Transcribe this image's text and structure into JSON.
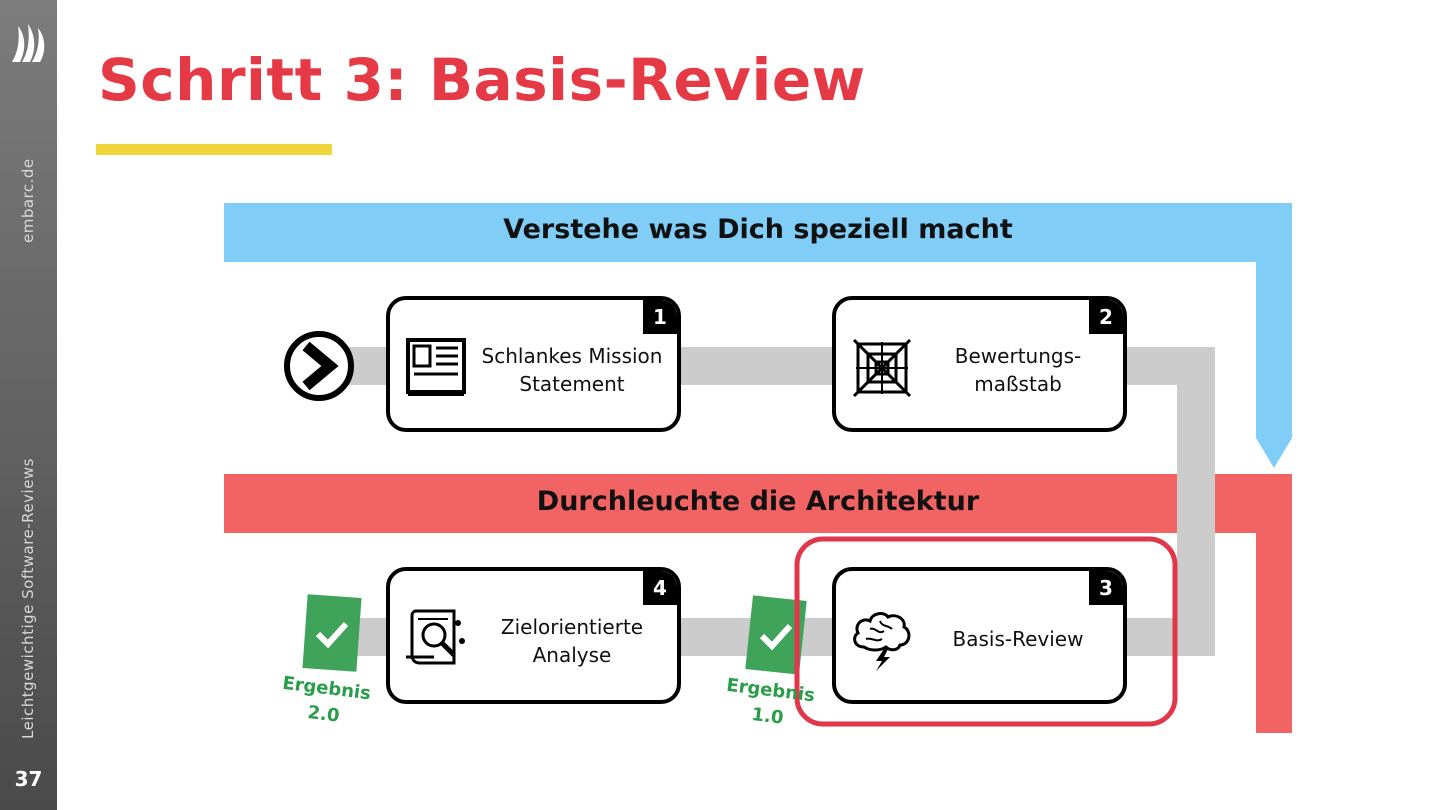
{
  "slide": {
    "title": "Schritt 3: Basis-Review",
    "page_number": "37",
    "sidebar_url": "embarc.de",
    "sidebar_title": "Leichtgewichtige Software-Reviews"
  },
  "bands": {
    "top_label": "Verstehe was Dich speziell macht",
    "bottom_label": "Durchleuchte die Architektur"
  },
  "steps": [
    {
      "number": "1",
      "label": "Schlankes Mission\nStatement",
      "icon": "mission-statement-icon"
    },
    {
      "number": "2",
      "label": "Bewertungs-\nmaßstab",
      "icon": "spider-web-icon"
    },
    {
      "number": "3",
      "label": "Basis-Review",
      "icon": "brain-storm-icon"
    },
    {
      "number": "4",
      "label": "Zielorientierte\nAnalyse",
      "icon": "analysis-scroll-icon"
    }
  ],
  "results": [
    {
      "label": "Ergebnis\n2.0"
    },
    {
      "label": "Ergebnis\n1.0"
    }
  ],
  "colors": {
    "accent_red": "#e63946",
    "underline_yellow": "#f0d53c",
    "band_blue": "#80cdf8",
    "band_red": "#f26464",
    "track_gray": "#cccccc",
    "check_green": "#3fa35a",
    "highlight_red": "#e0374a"
  },
  "icons": [
    "logo-sails-icon",
    "start-arrow-icon",
    "checkmark-icon"
  ]
}
